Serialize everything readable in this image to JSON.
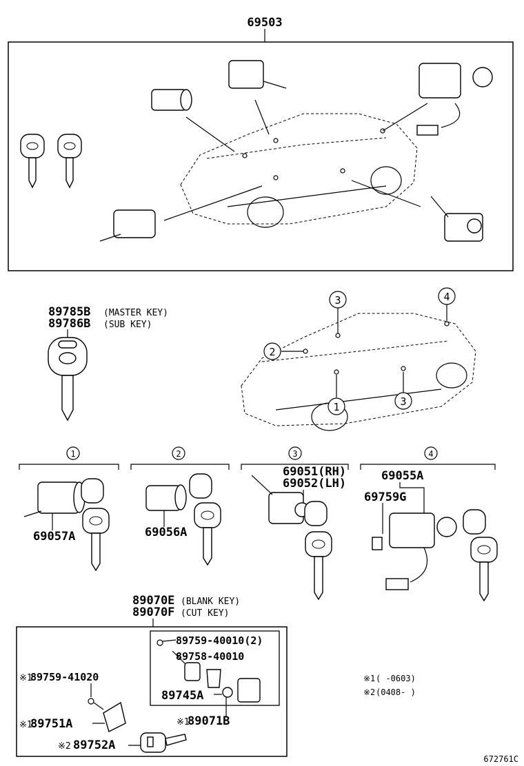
{
  "assembly": {
    "part_no": "69503"
  },
  "keys": {
    "master_part": "89785B",
    "master_label": "(MASTER KEY)",
    "sub_part": "89786B",
    "sub_label": "(SUB KEY)"
  },
  "locations": [
    "1",
    "2",
    "3",
    "4"
  ],
  "groups": [
    {
      "id": "1",
      "parts": [
        "69057A"
      ]
    },
    {
      "id": "2",
      "parts": [
        "69056A"
      ]
    },
    {
      "id": "3",
      "parts": [
        "69051(RH)",
        "69052(LH)"
      ]
    },
    {
      "id": "4",
      "parts": [
        "69055A",
        "69759G"
      ]
    }
  ],
  "blank_key": {
    "part": "89070E",
    "label": "(BLANK KEY)"
  },
  "cut_key": {
    "part": "89070F",
    "label": "(CUT KEY)"
  },
  "kit": {
    "p1": "89759-40010(2)",
    "p2": "89758-40010",
    "p3": "89745A",
    "p4": "89759-41020",
    "p4_mark": "※1",
    "p5": "89751A",
    "p5_mark": "※1",
    "p6": "89752A",
    "p6_mark": "※2",
    "p7": "89071B",
    "p7_mark": "※1"
  },
  "notes": [
    {
      "mark": "※1",
      "range": "(      -0603)"
    },
    {
      "mark": "※2",
      "range": "(0408-      )"
    }
  ],
  "drawing_no": "672761C",
  "icons": [
    "key-icon",
    "lock-cylinder-icon",
    "car-outline-icon",
    "callout-circle-icon"
  ]
}
